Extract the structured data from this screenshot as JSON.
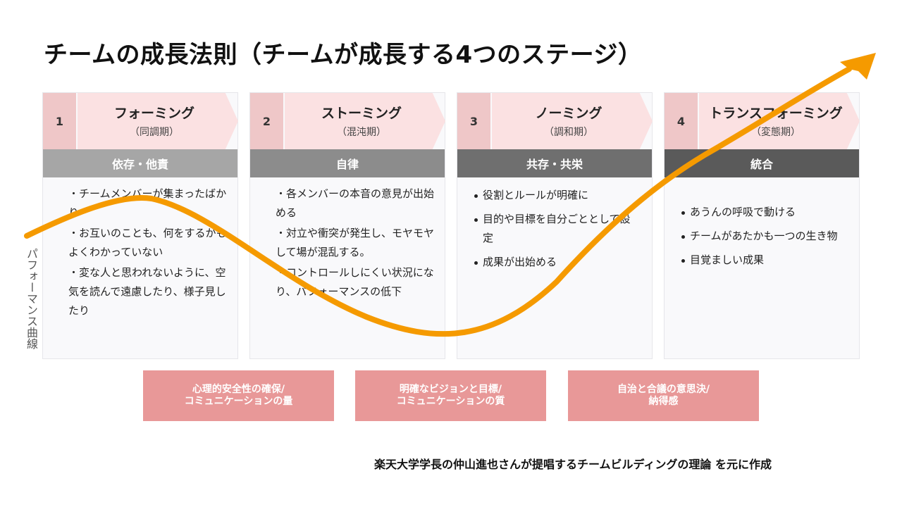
{
  "title": "チームの成長法則（チームが成長する4つのステージ）",
  "y_axis_label": "パフォーマンス曲線",
  "source_note": "楽天大学学長の仲山進也さんが提唱するチームビルディングの理論 を元に作成",
  "colors": {
    "curve": "#f59a00",
    "number_box": "#efc7c8",
    "chevron": "#fbe1e2",
    "pill": "#e89898"
  },
  "stages": [
    {
      "number": "1",
      "name": "フォーミング",
      "period": "（同調期）",
      "band": "依存・他責",
      "band_color": "#a6a6a6",
      "bullets": [
        "・チームメンバーが集まったばかり",
        "・お互いのことも、何をするかもよくわかっていない",
        "・変な人と思われないように、空気を読んで遠慮したり、様子見したり"
      ]
    },
    {
      "number": "2",
      "name": "ストーミング",
      "period": "（混沌期）",
      "band": "自律",
      "band_color": "#8c8c8c",
      "bullets": [
        "・各メンバーの本音の意見が出始める",
        "・対立や衝突が発生し、モヤモヤして場が混乱する。",
        "・コントロールしにくい状況になり、パフォーマンスの低下"
      ]
    },
    {
      "number": "3",
      "name": "ノーミング",
      "period": "（調和期）",
      "band": "共存・共栄",
      "band_color": "#6f6f6f",
      "bullets": [
        "役割とルールが明確に",
        "目的や目標を自分ごととして設定",
        "成果が出始める"
      ]
    },
    {
      "number": "4",
      "name": "トランスフォーミング",
      "period": "（変態期）",
      "band": "統合",
      "band_color": "#5a5a5a",
      "bullets": [
        "あうんの呼吸で動ける",
        "チームがあたかも一つの生き物",
        "目覚ましい成果"
      ]
    }
  ],
  "transitions": [
    "心理的安全性の確保/\nコミュニケーションの量",
    "明確なビジョンと目標/\nコミュニケーションの質",
    "自治と合議の意思決/\n納得感"
  ]
}
